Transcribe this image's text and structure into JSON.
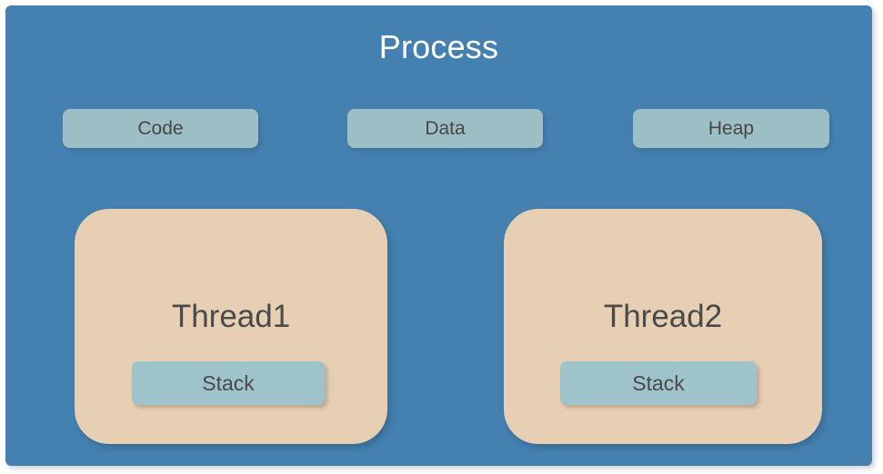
{
  "diagram": {
    "title": "Process",
    "colors": {
      "canvas_background": "#ffffff",
      "process_panel": "#4480B0",
      "process_title_text": "#ffffff",
      "segment_box": "#9CBEC5",
      "segment_text": "#474747",
      "thread_box": "#E7CFB3",
      "thread_text": "#4A4A4A",
      "stack_box": "#9EC3CA",
      "stack_text": "#4A4A4A"
    },
    "segments": [
      {
        "label": "Code"
      },
      {
        "label": "Data"
      },
      {
        "label": "Heap"
      }
    ],
    "threads": [
      {
        "label": "Thread1",
        "stack_label": "Stack"
      },
      {
        "label": "Thread2",
        "stack_label": "Stack"
      }
    ]
  }
}
